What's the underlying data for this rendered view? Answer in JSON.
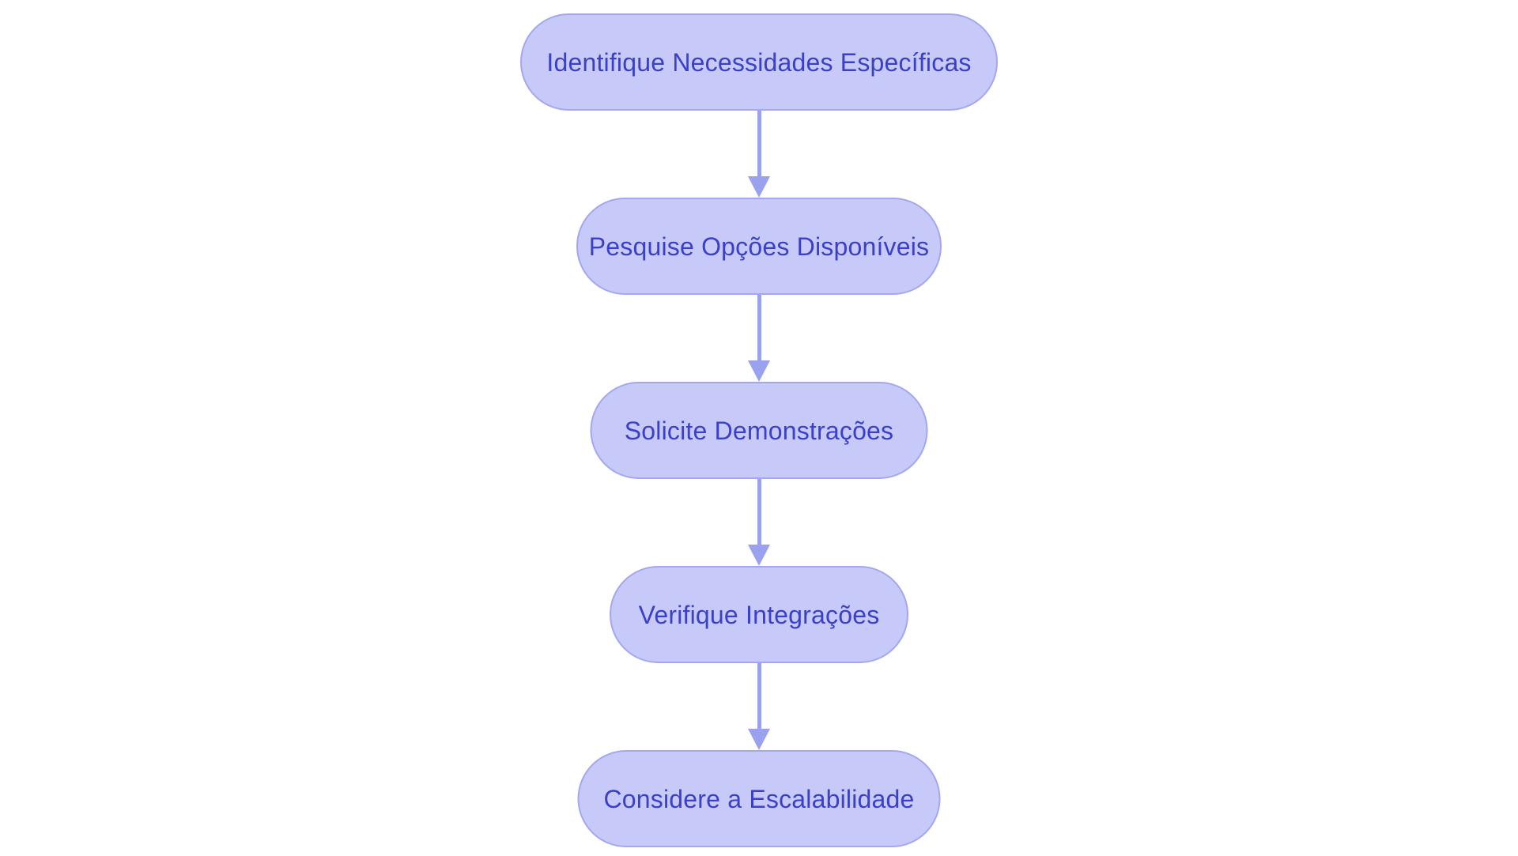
{
  "theme": {
    "colors": {
      "background": "#ffffff",
      "node_fill": "#c7c9f8",
      "node_border": "#a2a7f0",
      "node_text": "#3a40c7",
      "arrow": "#9aa1ee"
    }
  },
  "flowchart": {
    "type": "flowchart",
    "direction": "top-down",
    "nodes": [
      {
        "id": "step-1",
        "label": "Identifique Necessidades Específicas"
      },
      {
        "id": "step-2",
        "label": "Pesquise Opções Disponíveis"
      },
      {
        "id": "step-3",
        "label": "Solicite Demonstrações"
      },
      {
        "id": "step-4",
        "label": "Verifique Integrações"
      },
      {
        "id": "step-5",
        "label": "Considere a Escalabilidade"
      }
    ],
    "edges": [
      {
        "from": "step-1",
        "to": "step-2"
      },
      {
        "from": "step-2",
        "to": "step-3"
      },
      {
        "from": "step-3",
        "to": "step-4"
      },
      {
        "from": "step-4",
        "to": "step-5"
      }
    ]
  }
}
